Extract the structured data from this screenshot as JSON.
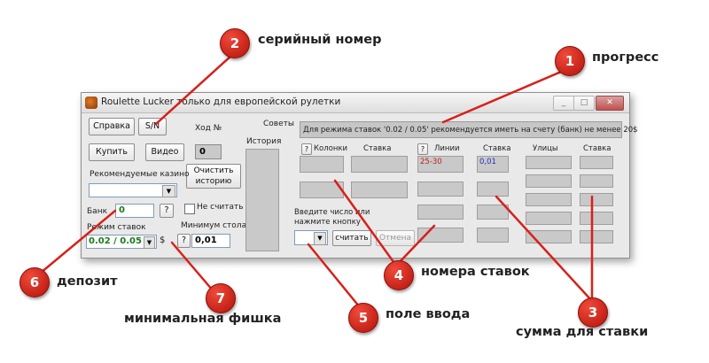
{
  "window": {
    "title": "Roulette Lucker только для европейской рулетки",
    "controls": [
      "_",
      "□",
      "✕"
    ]
  },
  "left_panel": {
    "help_button": "Справка",
    "sn_button": "S/N",
    "buy_button": "Купить",
    "video_button": "Видео",
    "move_label": "Ход №",
    "move_value": "0",
    "clear_history_button_line1": "Очистить",
    "clear_history_button_line2": "историю",
    "recommended_casino_label": "Рекомендуемые казино",
    "casino_select_value": "",
    "bank_label": "Банк",
    "bank_value": "0",
    "help_q": "?",
    "no_count_label": "Не считать",
    "bet_mode_label": "Режим ставок",
    "bet_mode_value": "0.02 / 0.05",
    "currency": "$",
    "min_table_label": "Минимум стола",
    "min_table_value": "0,01"
  },
  "history_label": "История",
  "tips_label": "Советы",
  "info_bar": "Для режима ставок '0.02 / 0.05' рекомендуется иметь на счету (банк) не менее 20$",
  "table": {
    "headers": {
      "q1": "?",
      "columns": "Колонки",
      "bet1": "Ставка",
      "q2": "?",
      "lines": "Линии",
      "bet2": "Ставка",
      "streets": "Улицы",
      "bet3": "Ставка"
    },
    "lines_value": "25-30",
    "lines_bet_value": "0,01"
  },
  "input_area": {
    "prompt_line1": "Введите число или",
    "prompt_line2": "нажмите кнопку",
    "number_value": "",
    "count_button": "считать",
    "cancel_button": "Отмена"
  },
  "callouts": [
    {
      "num": "1",
      "label": "прогресс"
    },
    {
      "num": "2",
      "label": "серийный номер"
    },
    {
      "num": "3",
      "label": "сумма для ставки"
    },
    {
      "num": "4",
      "label": "номера ставок"
    },
    {
      "num": "5",
      "label": "поле ввода"
    },
    {
      "num": "6",
      "label": "депозит"
    },
    {
      "num": "7",
      "label": "минимальная фишка"
    }
  ],
  "colors": {
    "accent_red": "#d8201a",
    "bank_green": "#1a7a1a",
    "lines_red": "#c0201a",
    "bet_blue": "#2030c0"
  }
}
